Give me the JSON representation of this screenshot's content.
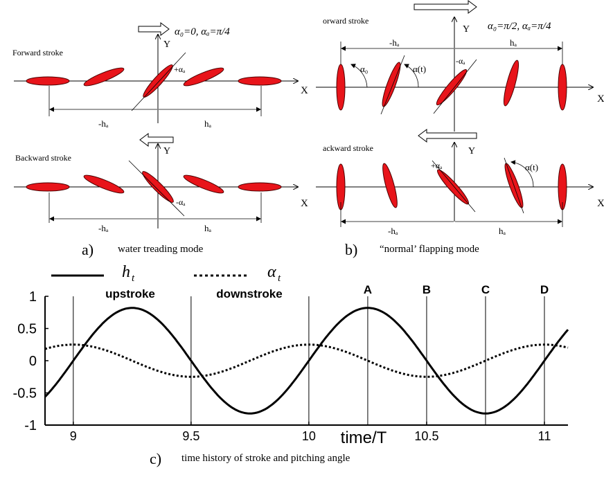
{
  "panel_a": {
    "params": "α₀=0, αₐ=π/4",
    "forward_label": "Forward stroke",
    "backward_label": "Backward stroke",
    "x_label": "X",
    "y_label": "Y",
    "plus_alpha": "+αₐ",
    "minus_alpha": "-αₐ",
    "minus_h": "-hₐ",
    "plus_h": "hₐ",
    "caption_letter": "a)",
    "caption_text": "water treading mode"
  },
  "panel_b": {
    "params": "α₀=π/2, αₐ=π/4",
    "forward_label": "orward stroke",
    "backward_label": "ackward stroke",
    "x_label": "X",
    "y_label": "Y",
    "alpha0": "α₀",
    "alpha_t": "α(t)",
    "alpha_t2": "α(t)",
    "plus_alpha": "+αₐ",
    "minus_alpha": "-αₐ",
    "minus_h": "-hₐ",
    "plus_h": "hₐ",
    "minus_h2": "-hₐ",
    "plus_h2": "hₐ",
    "caption_letter": "b)",
    "caption_text": "“normal’ flapping mode"
  },
  "panel_c": {
    "caption_letter": "c)",
    "caption_text": "time history of stroke and pitching angle"
  },
  "colors": {
    "wing": "#e8141a",
    "wing_edge": "#4a0000",
    "line": "#000000"
  },
  "chart_data": {
    "type": "line",
    "x_range": [
      8.88,
      11.1
    ],
    "ylim": [
      -1,
      1
    ],
    "xlabel": "time/T",
    "ylabel": "",
    "x_ticks": [
      "9",
      "9.5",
      "10",
      "10.5",
      "11"
    ],
    "y_ticks": [
      "1",
      "0.5",
      "0",
      "-0.5",
      "-1"
    ],
    "x_tick_values": [
      9,
      9.5,
      10,
      10.5,
      11
    ],
    "y_tick_values": [
      1,
      0.5,
      0,
      -0.5,
      -1
    ],
    "grid": false,
    "legend": {
      "position": "top-left",
      "solid": "h_t",
      "dotted": "α_t"
    },
    "series": [
      {
        "name": "h_t",
        "style": "solid",
        "function": "0.82*sin(2*pi*t)",
        "x": [
          8.9,
          9.0,
          9.1,
          9.25,
          9.4,
          9.5,
          9.6,
          9.75,
          9.9,
          10.0,
          10.1,
          10.25,
          10.4,
          10.5,
          10.6,
          10.75,
          10.9,
          11.0,
          11.1
        ],
        "y": [
          -0.48,
          0.0,
          0.48,
          0.82,
          0.48,
          0.0,
          -0.48,
          -0.82,
          -0.48,
          0.0,
          0.48,
          0.82,
          0.48,
          0.0,
          -0.48,
          -0.82,
          -0.48,
          0.0,
          0.48
        ]
      },
      {
        "name": "α_t",
        "style": "dotted",
        "function": "0.25*cos(2*pi*t)",
        "x": [
          8.9,
          9.0,
          9.1,
          9.25,
          9.4,
          9.5,
          9.6,
          9.75,
          9.9,
          10.0,
          10.1,
          10.25,
          10.4,
          10.5,
          10.6,
          10.75,
          10.9,
          11.0,
          11.1
        ],
        "y": [
          0.2,
          0.25,
          0.2,
          0.0,
          -0.2,
          -0.25,
          -0.2,
          0.0,
          0.2,
          0.25,
          0.2,
          0.0,
          -0.2,
          -0.25,
          -0.2,
          0.0,
          0.2,
          0.25,
          0.2
        ]
      }
    ],
    "vertical_markers": [
      {
        "x": 9.0,
        "label": ""
      },
      {
        "x": 9.5,
        "label": ""
      },
      {
        "x": 10.0,
        "label": ""
      },
      {
        "x": 10.25,
        "label": "A"
      },
      {
        "x": 10.5,
        "label": "B"
      },
      {
        "x": 10.75,
        "label": "C"
      },
      {
        "x": 11.0,
        "label": "D"
      }
    ],
    "annotations": [
      "upstroke",
      "downstroke"
    ]
  }
}
